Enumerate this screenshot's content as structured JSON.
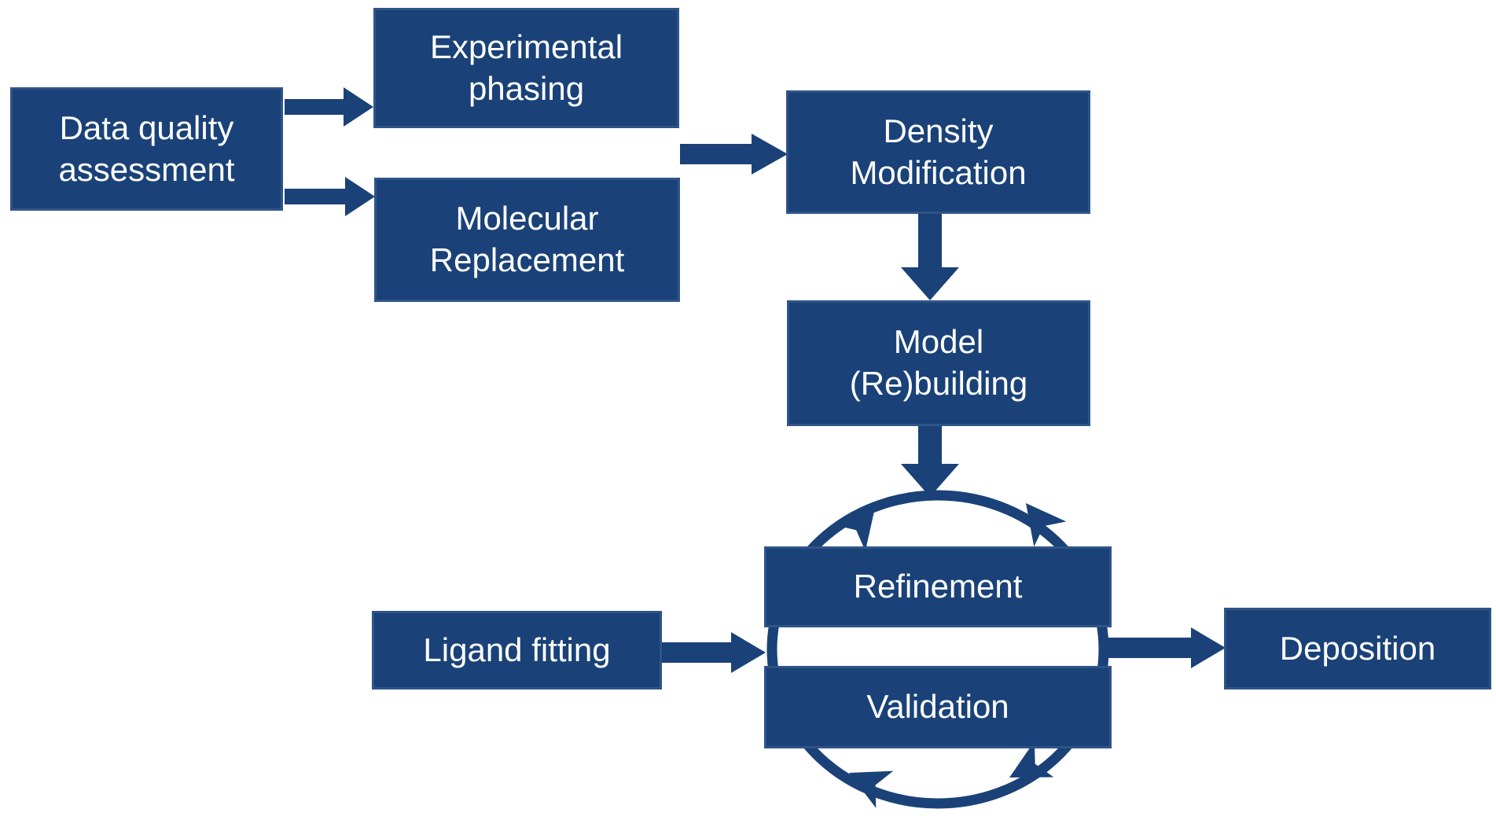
{
  "diagram": {
    "nodes": [
      {
        "id": "data-quality-assessment",
        "lines": [
          "Data quality",
          "assessment"
        ]
      },
      {
        "id": "experimental-phasing",
        "lines": [
          "Experimental",
          "phasing"
        ]
      },
      {
        "id": "molecular-replacement",
        "lines": [
          "Molecular",
          "Replacement"
        ]
      },
      {
        "id": "density-modification",
        "lines": [
          "Density",
          "Modification"
        ]
      },
      {
        "id": "model-rebuilding",
        "lines": [
          "Model",
          "(Re)building"
        ]
      },
      {
        "id": "refinement",
        "lines": [
          "Refinement"
        ]
      },
      {
        "id": "validation",
        "lines": [
          "Validation"
        ]
      },
      {
        "id": "ligand-fitting",
        "lines": [
          "Ligand fitting"
        ]
      },
      {
        "id": "deposition",
        "lines": [
          "Deposition"
        ]
      }
    ],
    "edges": [
      {
        "from": "Data quality assessment",
        "to": "Experimental phasing"
      },
      {
        "from": "Data quality assessment",
        "to": "Molecular Replacement"
      },
      {
        "from": "Experimental phasing / Molecular Replacement",
        "to": "Density Modification"
      },
      {
        "from": "Density Modification",
        "to": "Model (Re)building"
      },
      {
        "from": "Model (Re)building",
        "to": "Refinement-Validation cycle"
      },
      {
        "from": "Ligand fitting",
        "to": "Refinement-Validation cycle"
      },
      {
        "from": "Refinement-Validation cycle",
        "to": "Deposition"
      }
    ],
    "cycle": {
      "members": [
        "Refinement",
        "Validation"
      ],
      "shape": "circular-arrows"
    }
  },
  "colors": {
    "box_fill": "#1a4278",
    "box_border": "#2f5488",
    "arrow": "#1a4278",
    "text": "#ffffff",
    "background": "#ffffff"
  }
}
